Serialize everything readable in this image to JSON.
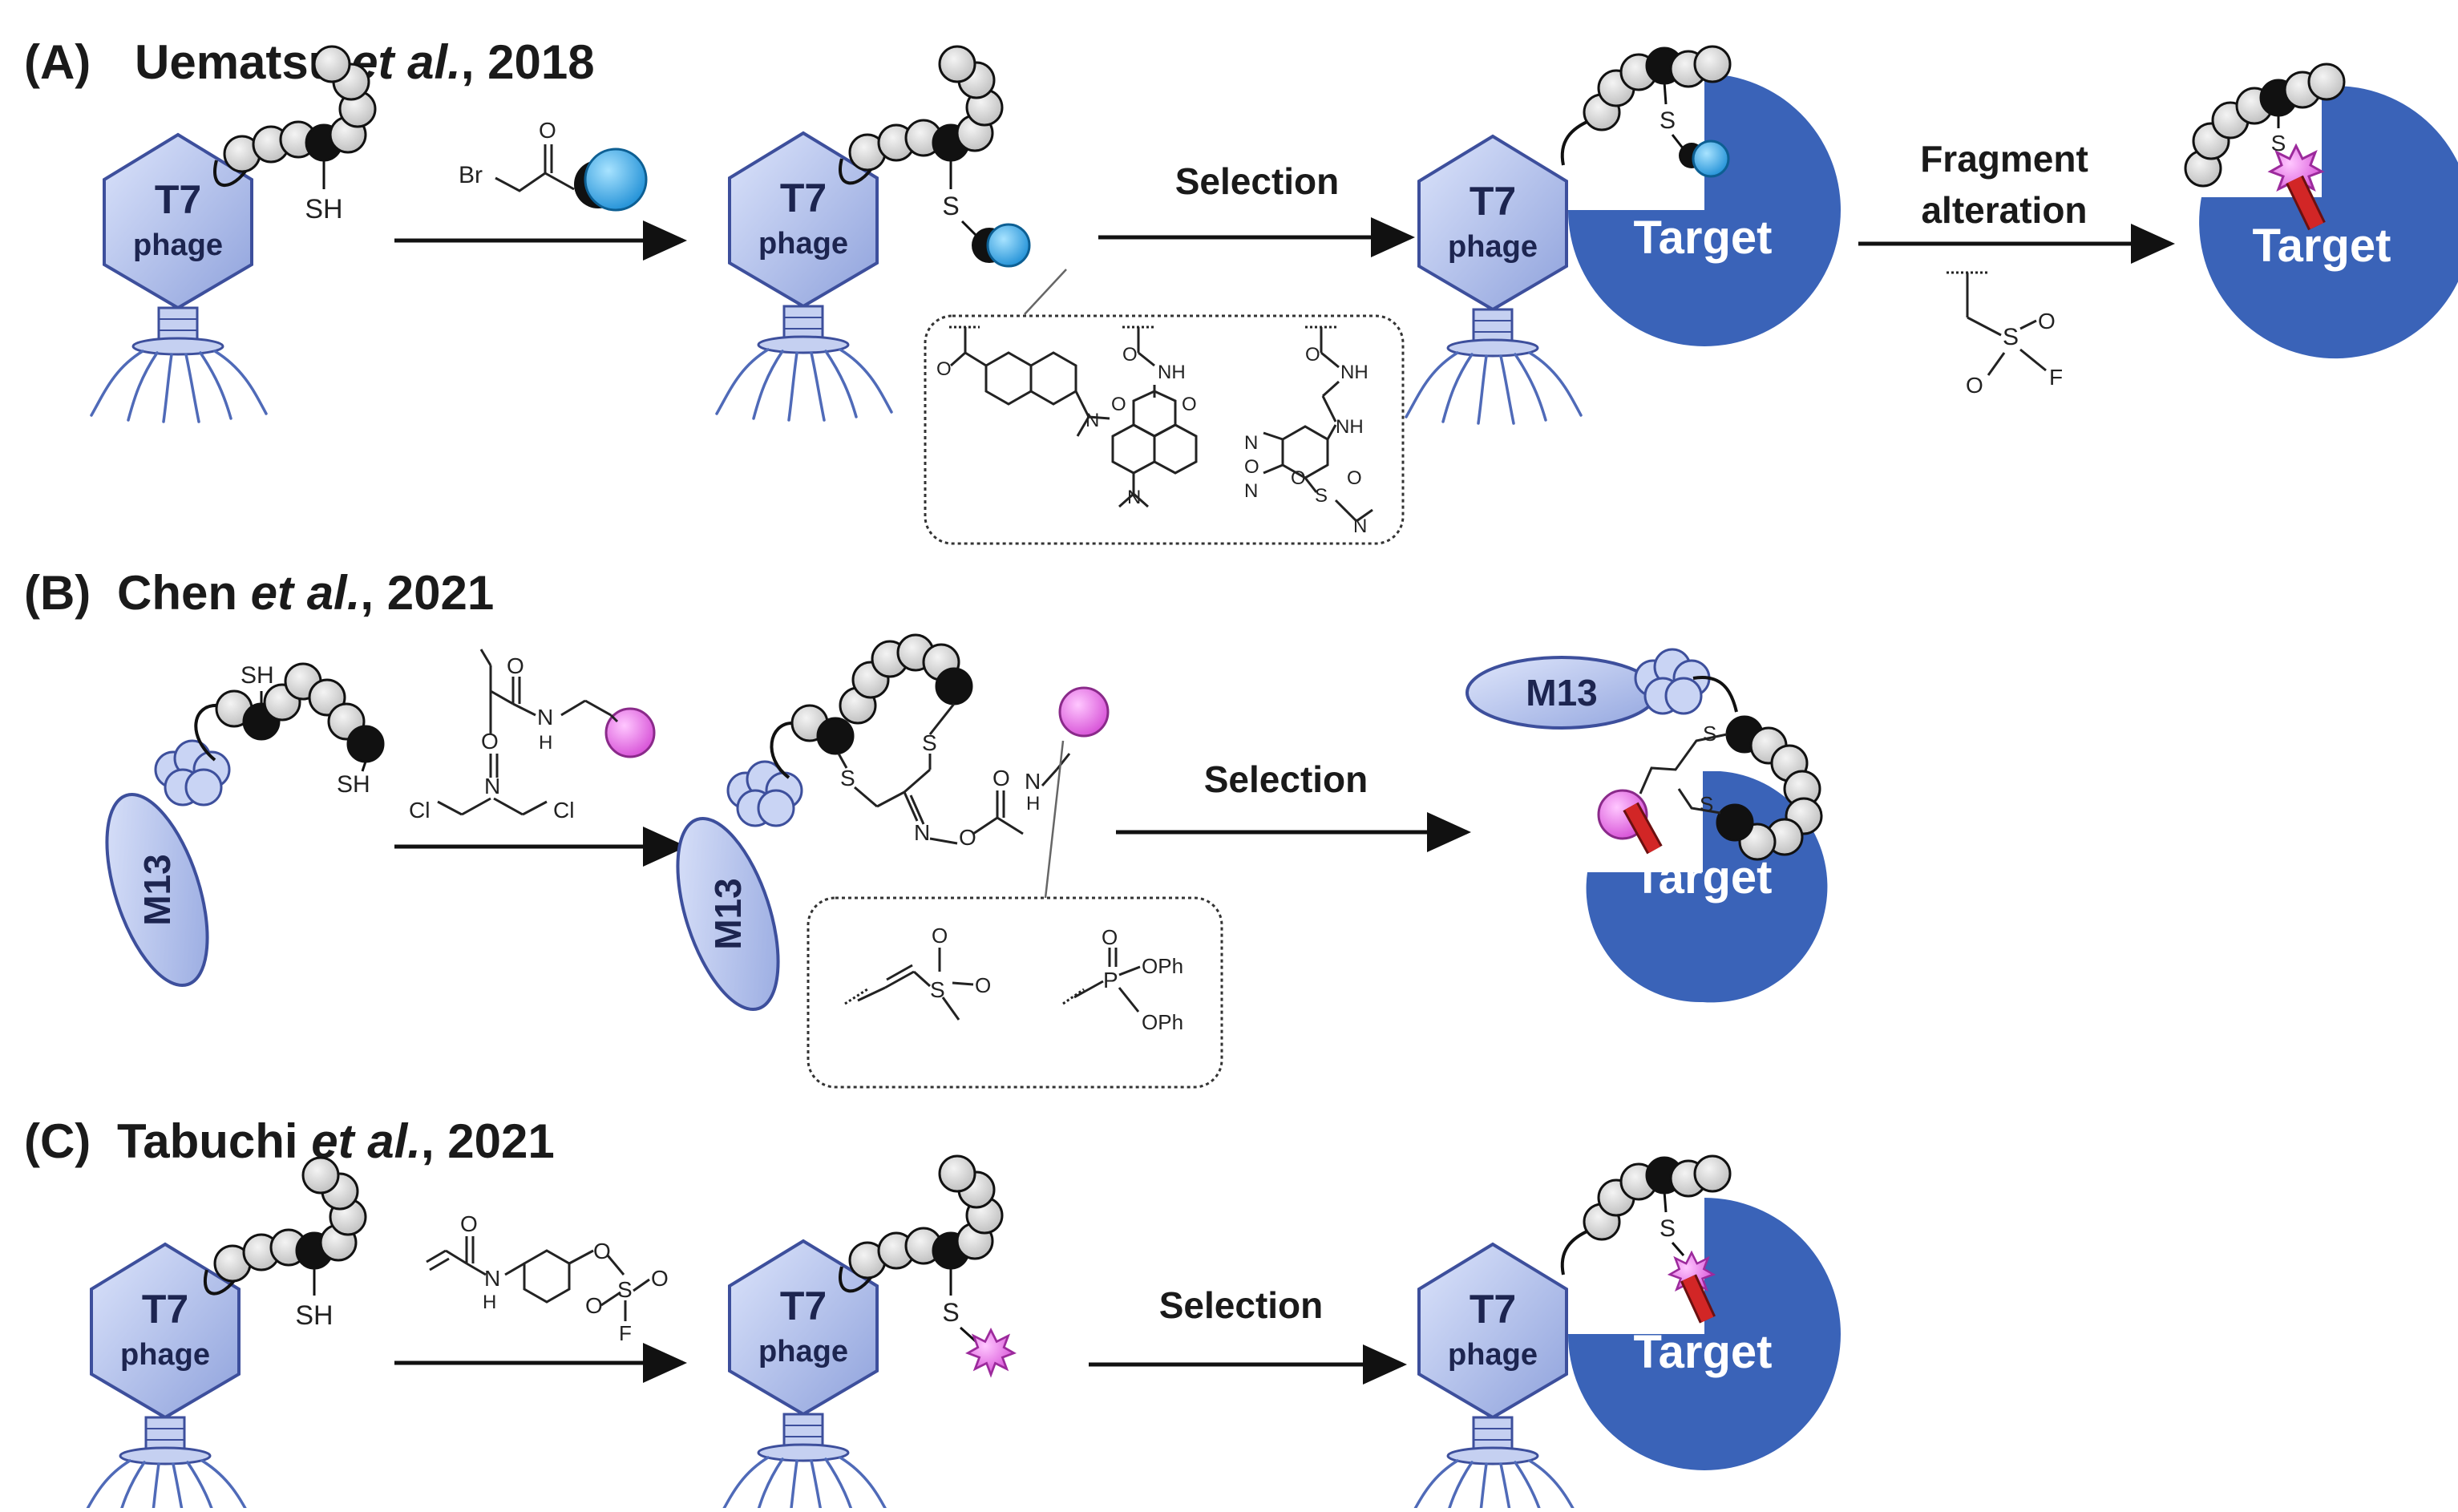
{
  "panels": {
    "a": {
      "letter": "(A)",
      "author": "Uematsu",
      "etal": "et al.",
      "year": ", 2018"
    },
    "b": {
      "letter": "(B)",
      "author": "Chen",
      "etal": "et al.",
      "year": ", 2021"
    },
    "c": {
      "letter": "(C)",
      "author": "Tabuchi",
      "etal": "et al.",
      "year": ", 2021"
    }
  },
  "labels": {
    "t7": "T7",
    "phage": "phage",
    "m13": "M13",
    "target": "Target",
    "selection": "Selection",
    "fragment": "Fragment",
    "alteration": "alteration",
    "sh": "SH",
    "s": "S",
    "br": "Br",
    "o": "O",
    "n": "N",
    "h": "H",
    "nh": "NH",
    "f": "F",
    "cl": "Cl",
    "oph": "OPh",
    "p": "P"
  },
  "colors": {
    "target": "#3a63b8",
    "phage_body": "#b3c1ea",
    "phage_legs": "#4f6ab8",
    "bead": "#d8d8d8",
    "cyan_probe": "#38a8e0",
    "magenta_probe": "#e070e0",
    "warhead": "#cc2222"
  },
  "icons": [
    "t7-phage-icon",
    "m13-phage-icon",
    "target-protein-icon",
    "peptide-bead-chain",
    "probe-sphere-icon",
    "starburst-icon"
  ]
}
